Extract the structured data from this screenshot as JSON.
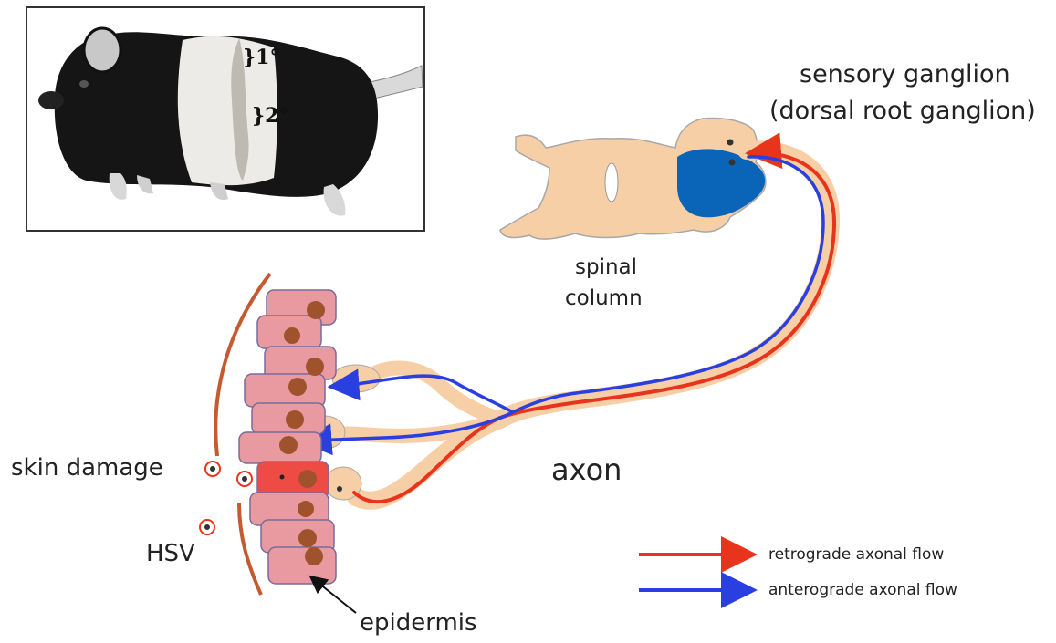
{
  "photo": {
    "primary_label": "}1°",
    "secondary_label": "}2°"
  },
  "labels": {
    "sensory_ganglion_line1": "sensory ganglion",
    "sensory_ganglion_line2": "(dorsal root ganglion)",
    "spinal_column_line1": "spinal",
    "spinal_column_line2": "column",
    "axon": "axon",
    "skin_damage": "skin damage",
    "hsv": "HSV",
    "epidermis": "epidermis"
  },
  "legend": {
    "retrograde": "retrograde axonal flow",
    "anterograde": "anterograde axonal flow"
  },
  "colors": {
    "retrograde": "#e8341c",
    "anterograde": "#2a3fe0",
    "ganglion": "#0a64b8",
    "tissue": "#f7cfa6",
    "cell": "#e99aa0",
    "damaged_cell": "#ef4b45",
    "nucleus": "#a0522d",
    "skin_line": "#c45a30"
  }
}
